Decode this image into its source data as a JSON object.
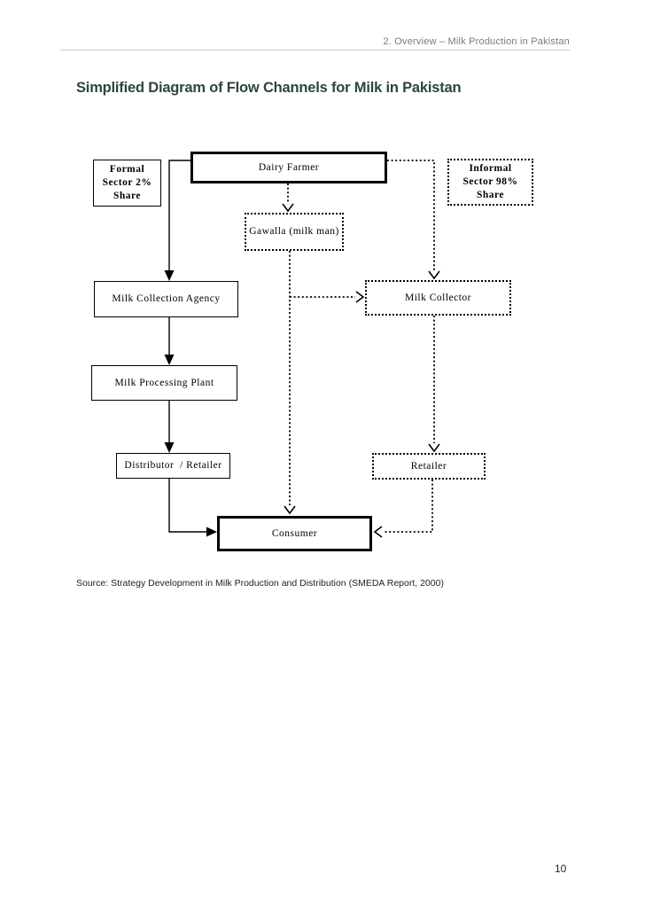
{
  "header": {
    "breadcrumb": "2. Overview – Milk Production in Pakistan"
  },
  "title": "Simplified Diagram of Flow Channels for Milk in Pakistan",
  "source_note": "Source: Strategy Development in Milk Production and Distribution (SMEDA Report, 2000)",
  "page_number": "10",
  "colors": {
    "title_text": "#2a473b",
    "header_text": "#7b7b7b",
    "header_rule": "#cccccc",
    "diagram_line": "#000000",
    "page_background": "#ffffff"
  },
  "diagram": {
    "nodes": [
      {
        "id": "formal-sector",
        "label": "Formal\nSector 2%\nShare",
        "border": "solid"
      },
      {
        "id": "dairy-farmer",
        "label": "Dairy Farmer",
        "border": "solid-thick"
      },
      {
        "id": "informal-sector",
        "label": "Informal\nSector 98%\nShare",
        "border": "dotted"
      },
      {
        "id": "gawalla",
        "label": "Gawalla (milk man)",
        "border": "dotted"
      },
      {
        "id": "milk-collection-agency",
        "label": "Milk Collection Agency",
        "border": "solid"
      },
      {
        "id": "milk-collector",
        "label": "Milk Collector",
        "border": "dotted"
      },
      {
        "id": "milk-processing-plant",
        "label": "Milk Processing Plant",
        "border": "solid"
      },
      {
        "id": "distributor-retailer",
        "label": "Distributor  / Retailer",
        "border": "solid"
      },
      {
        "id": "retailer",
        "label": "Retailer",
        "border": "dotted"
      },
      {
        "id": "consumer",
        "label": "Consumer",
        "border": "solid-thick"
      }
    ],
    "edges": [
      {
        "from": "dairy-farmer",
        "to": "milk-collection-agency",
        "style": "solid-arrow"
      },
      {
        "from": "milk-collection-agency",
        "to": "milk-processing-plant",
        "style": "solid-arrow"
      },
      {
        "from": "milk-processing-plant",
        "to": "distributor-retailer",
        "style": "solid-arrow"
      },
      {
        "from": "distributor-retailer",
        "to": "consumer",
        "style": "solid-arrow"
      },
      {
        "from": "dairy-farmer",
        "to": "milk-collector",
        "style": "dotted-arrow"
      },
      {
        "from": "dairy-farmer",
        "to": "gawalla",
        "style": "dotted-arrow"
      },
      {
        "from": "gawalla",
        "to": "consumer",
        "style": "dotted-arrow"
      },
      {
        "from": "gawalla",
        "to": "milk-collector",
        "style": "dotted-arrow"
      },
      {
        "from": "milk-collector",
        "to": "retailer",
        "style": "dotted-arrow"
      },
      {
        "from": "retailer",
        "to": "consumer",
        "style": "dotted-arrow"
      }
    ]
  }
}
